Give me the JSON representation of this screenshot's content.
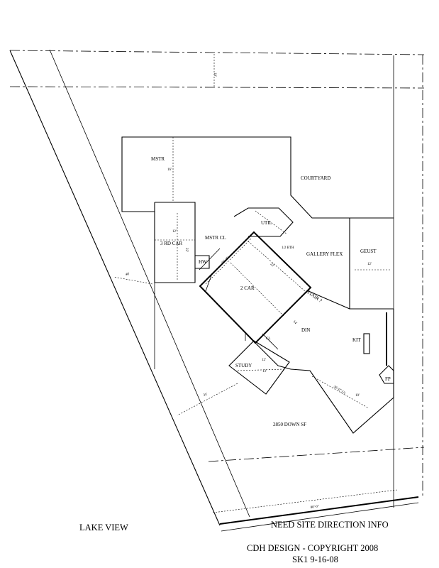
{
  "rooms": {
    "mstr": "MSTR",
    "courtyard": "COURTYARD",
    "util": "UTIL",
    "third_car": "3 RD CAR",
    "mstr_cl": "MSTR CL",
    "half_bath": "1/2 BTH",
    "gallery_flex": "GALLERY FLEX",
    "guest": "GEUST",
    "hw": "HW",
    "two_car": "2 CAR",
    "stair": "STAIR ?",
    "din": "DIN",
    "kit": "KIT",
    "cl": "CL",
    "study": "STUDY",
    "fp": "FP"
  },
  "dimensions": {
    "top_setback": "10'",
    "mstr_dim": "16'",
    "third_car_w": "12'",
    "third_car_d": "22'",
    "two_car_w": "21'-3\"",
    "two_car_d": "22'",
    "guest_dim": "12'",
    "din_dim": "14'",
    "study_w": "12'",
    "study_d": "13'",
    "kit_span": "36'-0\" (?)",
    "kit_side": "10'",
    "side_setback": "40'",
    "lower_setback": "35'",
    "frontage": "80'-0\""
  },
  "notes": {
    "area": "2850 DOWN SF",
    "lake_view": "LAKE VIEW",
    "site_direction": "NEED SITE DIRECTION INFO",
    "copyright": "CDH DESIGN - COPYRIGHT 2008",
    "sheet": "SK1 9-16-08"
  }
}
